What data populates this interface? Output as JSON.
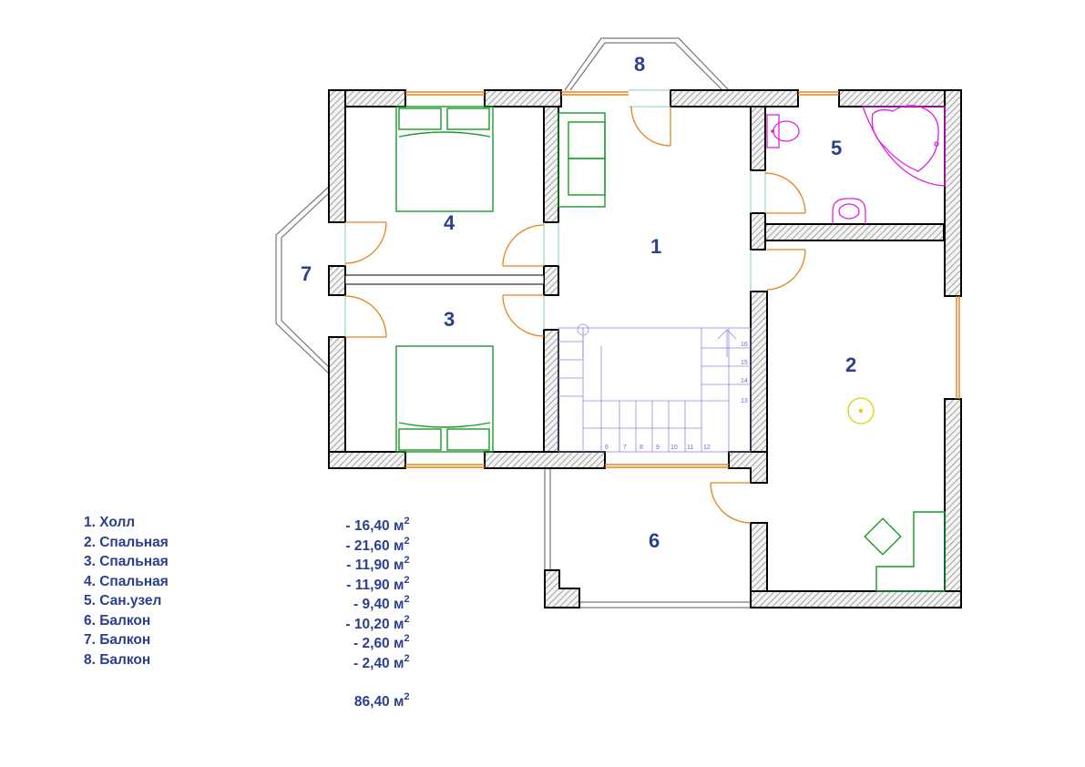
{
  "plan": {
    "room_numbers": [
      "1",
      "2",
      "3",
      "4",
      "5",
      "6",
      "7",
      "8"
    ],
    "stair_steps": [
      "6",
      "7",
      "8",
      "9",
      "10",
      "11",
      "12",
      "13",
      "14",
      "15",
      "16"
    ],
    "colors": {
      "wall": "#000000",
      "wall_hatch": "#909090",
      "door": "#e8801a",
      "window": "#e8801a",
      "opening": "#7fd0c8",
      "furniture": "#1a9a2a",
      "plumbing": "#e020e0",
      "stairs": "#8a8ae0",
      "lamp": "#e0d000",
      "label": "#2b3f8f"
    }
  },
  "legend": {
    "items": [
      {
        "name": "1. Холл",
        "area": "- 16,40",
        "unit": "м",
        "sup": "2"
      },
      {
        "name": "2. Спальная",
        "area": "- 21,60",
        "unit": "м",
        "sup": "2"
      },
      {
        "name": "3. Спальная",
        "area": "- 11,90",
        "unit": "м",
        "sup": "2"
      },
      {
        "name": "4. Спальная",
        "area": "- 11,90",
        "unit": "м",
        "sup": "2"
      },
      {
        "name": "5. Сан.узел",
        "area": "- 9,40",
        "unit": "м",
        "sup": "2"
      },
      {
        "name": "6. Балкон",
        "area": "- 10,20",
        "unit": "м",
        "sup": "2"
      },
      {
        "name": "7. Балкон",
        "area": "- 2,60",
        "unit": "м",
        "sup": "2"
      },
      {
        "name": "8. Балкон",
        "area": "- 2,40",
        "unit": "м",
        "sup": "2"
      }
    ],
    "total": {
      "area": "86,40",
      "unit": "м",
      "sup": "2"
    }
  }
}
